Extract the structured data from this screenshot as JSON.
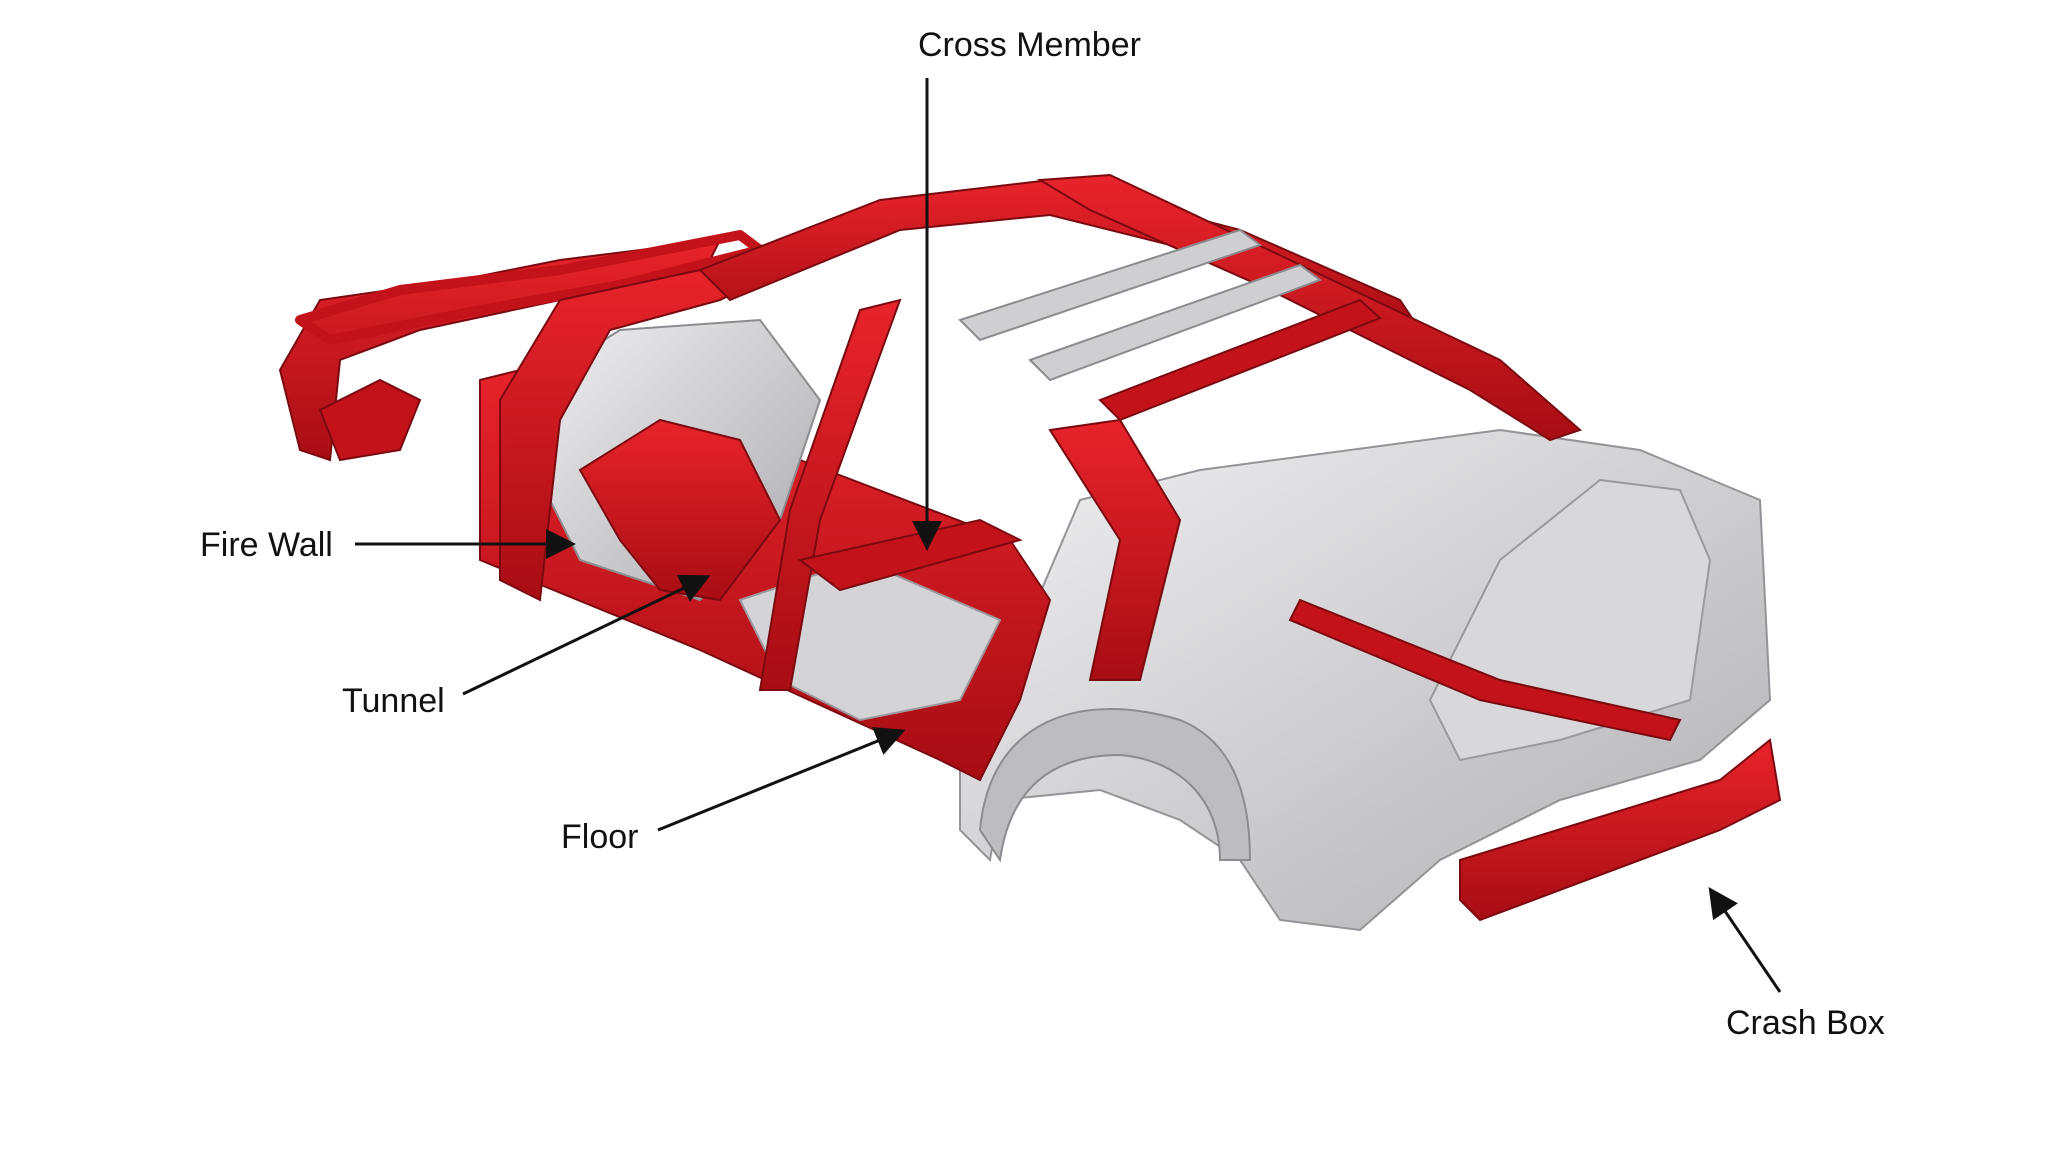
{
  "labels": {
    "cross_member": "Cross Member",
    "fire_wall": "Fire Wall",
    "tunnel": "Tunnel",
    "floor": "Floor",
    "crash_box": "Crash Box"
  },
  "colors": {
    "structure_red": "#d0121b",
    "structure_dark_red": "#8e0a10",
    "panel_gray": "#c9c9cb",
    "panel_light": "#e6e6e8",
    "leader_line": "#111111"
  }
}
